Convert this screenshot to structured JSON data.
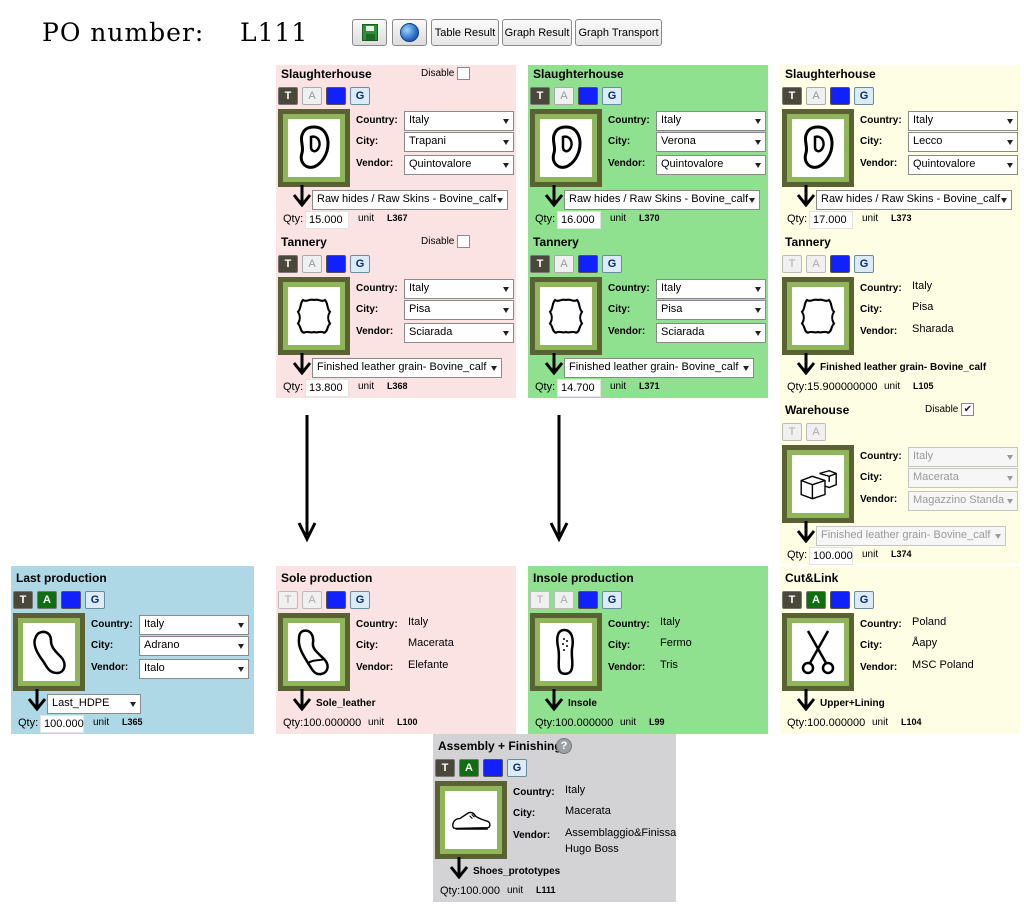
{
  "header": {
    "po_label": "PO number:",
    "po_value": "L111"
  },
  "toolbar": {
    "save_icon": "save-icon",
    "globe_icon": "globe-icon",
    "table_result": "Table Result",
    "graph_result": "Graph Result",
    "graph_transport": "Graph Transport"
  },
  "labels": {
    "country": "Country:",
    "city": "City:",
    "vendor": "Vendor:",
    "qty": "Qty:",
    "unit": "unit",
    "disable": "Disable"
  },
  "tags": {
    "t": "T",
    "a": "A",
    "g": "G"
  },
  "colors": {
    "pink": "#fbe3e3",
    "green": "#8fe08f",
    "cream": "#fefee4",
    "blue": "#aed8e6",
    "grey": "#d3d3d5"
  },
  "panels": {
    "sh1": {
      "title": "Slaughterhouse",
      "country": "Italy",
      "city": "Trapani",
      "vendor": "Quintovalore",
      "product": "Raw hides / Raw Skins - Bovine_calf",
      "qty": "15.000",
      "lot": "L367"
    },
    "tn1": {
      "title": "Tannery",
      "country": "Italy",
      "city": "Pisa",
      "vendor": "Sciarada",
      "product": "Finished leather grain- Bovine_calf",
      "qty": "13.800",
      "lot": "L368"
    },
    "sh2": {
      "title": "Slaughterhouse",
      "country": "Italy",
      "city": "Verona",
      "vendor": "Quintovalore",
      "product": "Raw hides / Raw Skins - Bovine_calf",
      "qty": "16.000",
      "lot": "L370"
    },
    "tn2": {
      "title": "Tannery",
      "country": "Italy",
      "city": "Pisa",
      "vendor": "Sciarada",
      "product": "Finished leather grain- Bovine_calf",
      "qty": "14.700",
      "lot": "L371"
    },
    "sh3": {
      "title": "Slaughterhouse",
      "country": "Italy",
      "city": "Lecco",
      "vendor": "Quintovalore",
      "product": "Raw hides / Raw Skins - Bovine_calf",
      "qty": "17.000",
      "lot": "L373"
    },
    "tn3": {
      "title": "Tannery",
      "country": "Italy",
      "city": "Pisa",
      "vendor": "Sharada",
      "product": "Finished leather grain- Bovine_calf",
      "qty": "Qty:15.900000000",
      "lot": "L105"
    },
    "wh": {
      "title": "Warehouse",
      "disable_checked": true,
      "country": "Italy",
      "city": "Macerata",
      "vendor": "Magazzino Standa",
      "product": "Finished leather grain- Bovine_calf",
      "qty": "100.000",
      "lot": "L374"
    },
    "last": {
      "title": "Last production",
      "country": "Italy",
      "city": "Adrano",
      "vendor": "Italo",
      "product": "Last_HDPE",
      "qty": "100.000",
      "lot": "L365"
    },
    "sole": {
      "title": "Sole production",
      "country": "Italy",
      "city": "Macerata",
      "vendor": "Elefante",
      "product": "Sole_leather",
      "qty": "Qty:100.000000",
      "lot": "L100"
    },
    "insole": {
      "title": "Insole production",
      "country": "Italy",
      "city": "Fermo",
      "vendor": "Tris",
      "product": "Insole",
      "qty": "Qty:100.000000",
      "lot": "L99"
    },
    "cut": {
      "title": "Cut&Link",
      "country": "Poland",
      "city": "Åapy",
      "vendor": "MSC Poland",
      "product": "Upper+Lining",
      "qty": "Qty:100.000000",
      "lot": "L104"
    },
    "asm": {
      "title": "Assembly + Finishing",
      "help_icon": "help-icon",
      "country": "Italy",
      "city": "Macerata",
      "vendor": "Assemblaggio&Finissa",
      "vendor2": "Hugo Boss",
      "product": "Shoes_prototypes",
      "qty": "Qty:100.000",
      "lot": "L111"
    }
  }
}
